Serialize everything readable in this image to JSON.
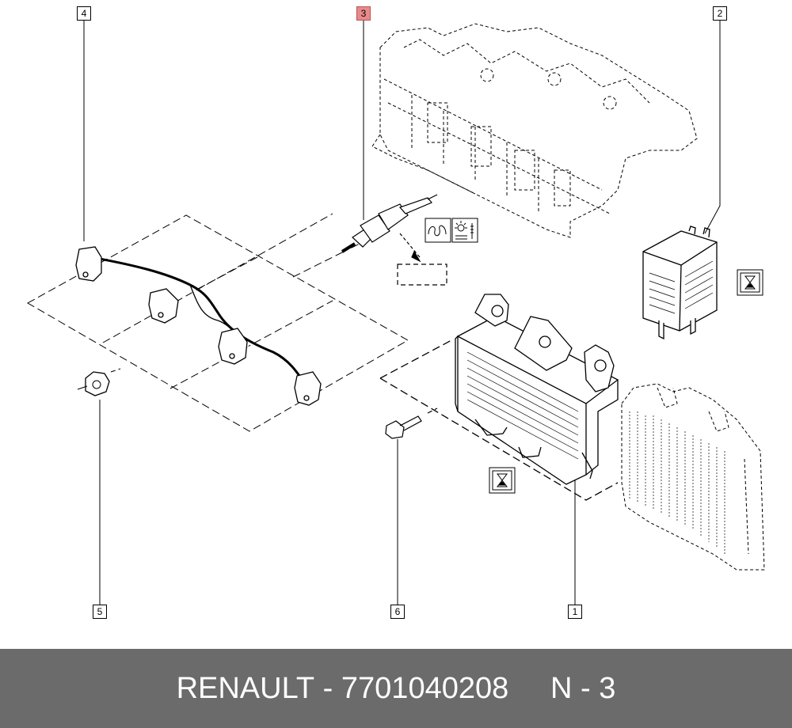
{
  "callouts": [
    "1",
    "2",
    "3",
    "4",
    "5",
    "6"
  ],
  "footer": {
    "brand": "RENAULT",
    "separator": " - ",
    "part_number": "7701040208",
    "ref": "N - 3"
  },
  "colors": {
    "highlight": "#e88a8a",
    "footer_bg": "#6b6b6b",
    "footer_text": "#ffffff"
  },
  "icons": [
    "glow-plug-coil-icon",
    "coolant-temperature-icon",
    "hourglass-icon"
  ]
}
